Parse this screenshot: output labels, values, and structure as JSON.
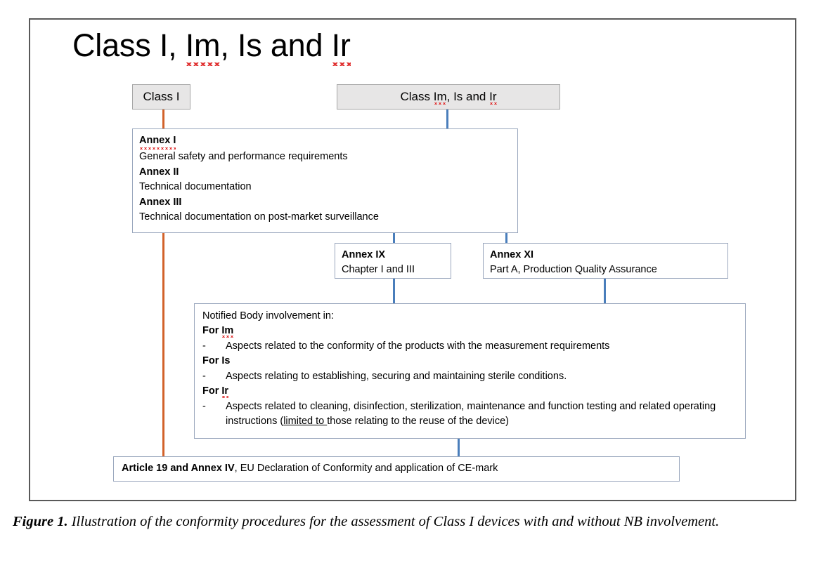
{
  "figure": {
    "title": "Class I, Im, Is and Ir",
    "title_parts": [
      {
        "text": "Class I, ",
        "spellcheck": false
      },
      {
        "text": "Im",
        "spellcheck": true
      },
      {
        "text": ", Is and ",
        "spellcheck": false
      },
      {
        "text": "Ir",
        "spellcheck": true
      }
    ],
    "caption_label": "Figure 1.",
    "caption_text": " Illustration of the conformity procedures for the assessment of Class I devices with and without NB involvement."
  },
  "colors": {
    "frame_border": "#595959",
    "box_border": "#9aa7bd",
    "shaded_box_fill": "#e7e6e6",
    "shaded_box_border": "#a6a6a6",
    "connector_blue": "#4a7ebb",
    "connector_orange": "#d2622a",
    "spellcheck_red": "#e03030"
  },
  "nodes": {
    "class_i": {
      "label": "Class I"
    },
    "class_im_is_ir": {
      "label_prefix": "Class ",
      "label_im": "Im",
      "label_mid": ", Is and ",
      "label_ir": "Ir"
    },
    "annexes": {
      "rows": [
        {
          "heading": "Annex I",
          "heading_spellcheck": true,
          "detail": "General safety and performance requirements"
        },
        {
          "heading": "Annex II",
          "heading_spellcheck": false,
          "detail": "Technical documentation"
        },
        {
          "heading": "Annex III",
          "heading_spellcheck": false,
          "detail": "Technical documentation on post-market surveillance"
        }
      ]
    },
    "annex_ix": {
      "heading": "Annex IX",
      "detail": "Chapter I and III"
    },
    "annex_xi": {
      "heading": "Annex XI",
      "detail": "Part A, Production Quality Assurance"
    },
    "notified_body": {
      "intro": "Notified Body involvement in:",
      "groups": [
        {
          "heading_prefix": "For ",
          "heading_code": "Im",
          "heading_spellcheck": true,
          "bullet_dash": "-",
          "bullet_text": "Aspects related to the conformity of the products with the measurement requirements"
        },
        {
          "heading_prefix": "For ",
          "heading_code": "Is",
          "heading_spellcheck": false,
          "bullet_dash": "-",
          "bullet_text": "Aspects relating to establishing, securing and maintaining sterile conditions."
        },
        {
          "heading_prefix": "For ",
          "heading_code": "Ir",
          "heading_spellcheck": true,
          "bullet_dash": "-",
          "bullet_text_a": "Aspects related to cleaning, disinfection, sterilization, maintenance and function testing and",
          "bullet_text_b1": "related operating instructions (",
          "bullet_text_b_underline": "limited to ",
          "bullet_text_b2": "those relating to the reuse of the device)"
        }
      ]
    },
    "declaration": {
      "bold_part": "Article 19 and Annex IV",
      "rest": ", EU Declaration of Conformity and application of CE-mark"
    }
  }
}
